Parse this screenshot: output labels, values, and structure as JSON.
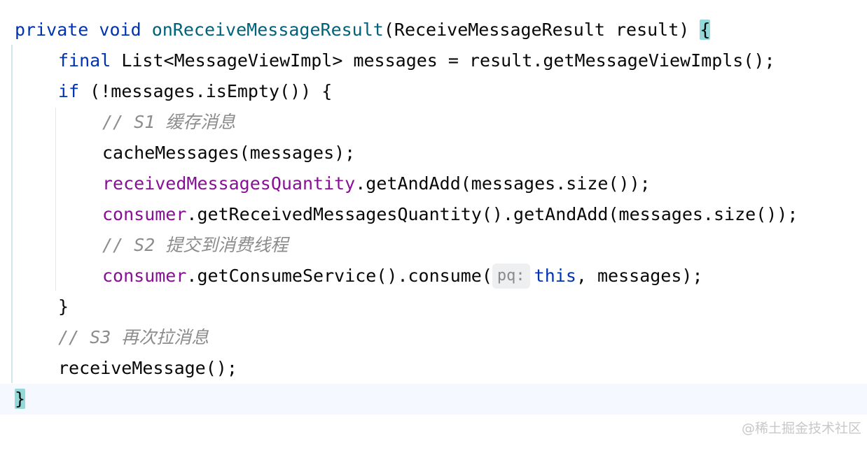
{
  "code_lines": [
    {
      "t1": "private",
      "t2": "void",
      "t3": "onReceiveMessageResult",
      "t4": "(ReceiveMessageResult result) ",
      "t5": "{"
    },
    {
      "t1": "final",
      "t2": " List<MessageViewImpl> messages = result.getMessageViewImpls();"
    },
    {
      "t1": "if",
      "t2": " (!messages.isEmpty()) {"
    },
    {
      "t1": "// S1 缓存消息"
    },
    {
      "t1": "cacheMessages(messages);"
    },
    {
      "t1": "receivedMessagesQuantity",
      "t2": ".getAndAdd(messages.size());"
    },
    {
      "t1": "consumer",
      "t2": ".getReceivedMessagesQuantity().getAndAdd(messages.size());"
    },
    {
      "t1": "// S2 提交到消费线程"
    },
    {
      "t1": "consumer",
      "t2": ".getConsumeService().consume(",
      "hint": "pq:",
      "t3": "this",
      "t4": ", messages);"
    },
    {
      "t1": "}"
    },
    {
      "t1": "// S3 再次拉消息"
    },
    {
      "t1": "receiveMessage();"
    },
    {
      "t1": "}"
    }
  ],
  "watermark": "@稀土掘金技术社区",
  "colors": {
    "keyword": "#0033b3",
    "method_declaration": "#00627a",
    "field": "#871094",
    "comment": "#8c8c8c",
    "text": "#080808",
    "brace_match_highlight": "#93d9d9",
    "current_line": "#f5f8fe"
  }
}
